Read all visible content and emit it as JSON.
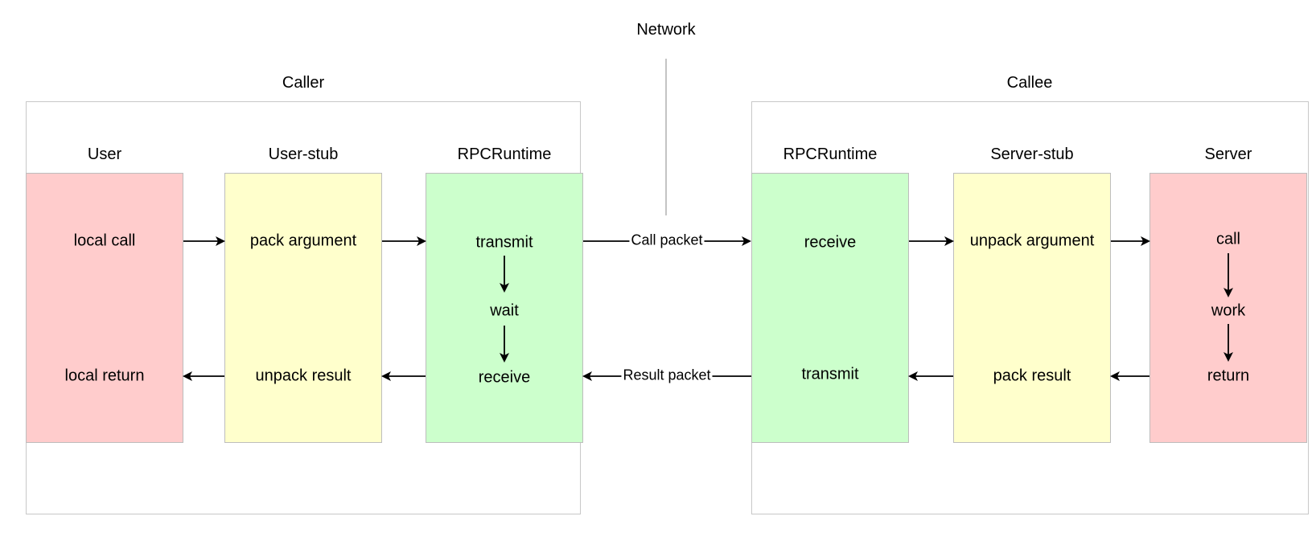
{
  "network": {
    "label": "Network"
  },
  "caller": {
    "title": "Caller",
    "columns": [
      {
        "title": "User",
        "color": "#ffcccc",
        "steps": [
          "local call",
          "local return"
        ]
      },
      {
        "title": "User-stub",
        "color": "#ffffcc",
        "steps": [
          "pack argument",
          "unpack result"
        ]
      },
      {
        "title": "RPCRuntime",
        "color": "#ccffcc",
        "steps": [
          "transmit",
          "wait",
          "receive"
        ]
      }
    ]
  },
  "callee": {
    "title": "Callee",
    "columns": [
      {
        "title": "RPCRuntime",
        "color": "#ccffcc",
        "steps": [
          "receive",
          "transmit"
        ]
      },
      {
        "title": "Server-stub",
        "color": "#ffffcc",
        "steps": [
          "unpack argument",
          "pack result"
        ]
      },
      {
        "title": "Server",
        "color": "#ffcccc",
        "steps": [
          "call",
          "work",
          "return"
        ]
      }
    ]
  },
  "edges": {
    "call_packet": "Call packet",
    "result_packet": "Result packet"
  }
}
